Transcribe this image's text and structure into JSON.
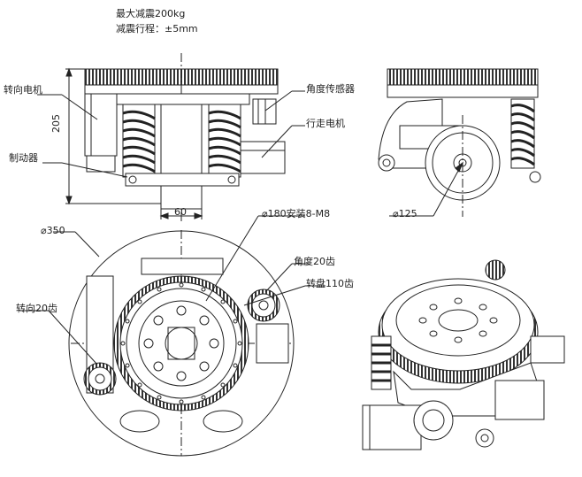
{
  "notes": {
    "line1": "最大减震200kg",
    "line2": "减震行程：±5mm"
  },
  "labels": {
    "steering_motor": "转向电机",
    "angle_sensor": "角度传感器",
    "travel_motor": "行走电机",
    "brake": "制动器",
    "steering_gear": "转向20齿",
    "angle_gear": "角度20齿",
    "turntable": "转盘110齿"
  },
  "dimensions": {
    "height": "205",
    "width": "60",
    "diameter_350": "350",
    "diameter_180": "180安装8-M8",
    "diameter_125": "125"
  },
  "colors": {
    "line": "#222222",
    "hatch": "#555555"
  }
}
